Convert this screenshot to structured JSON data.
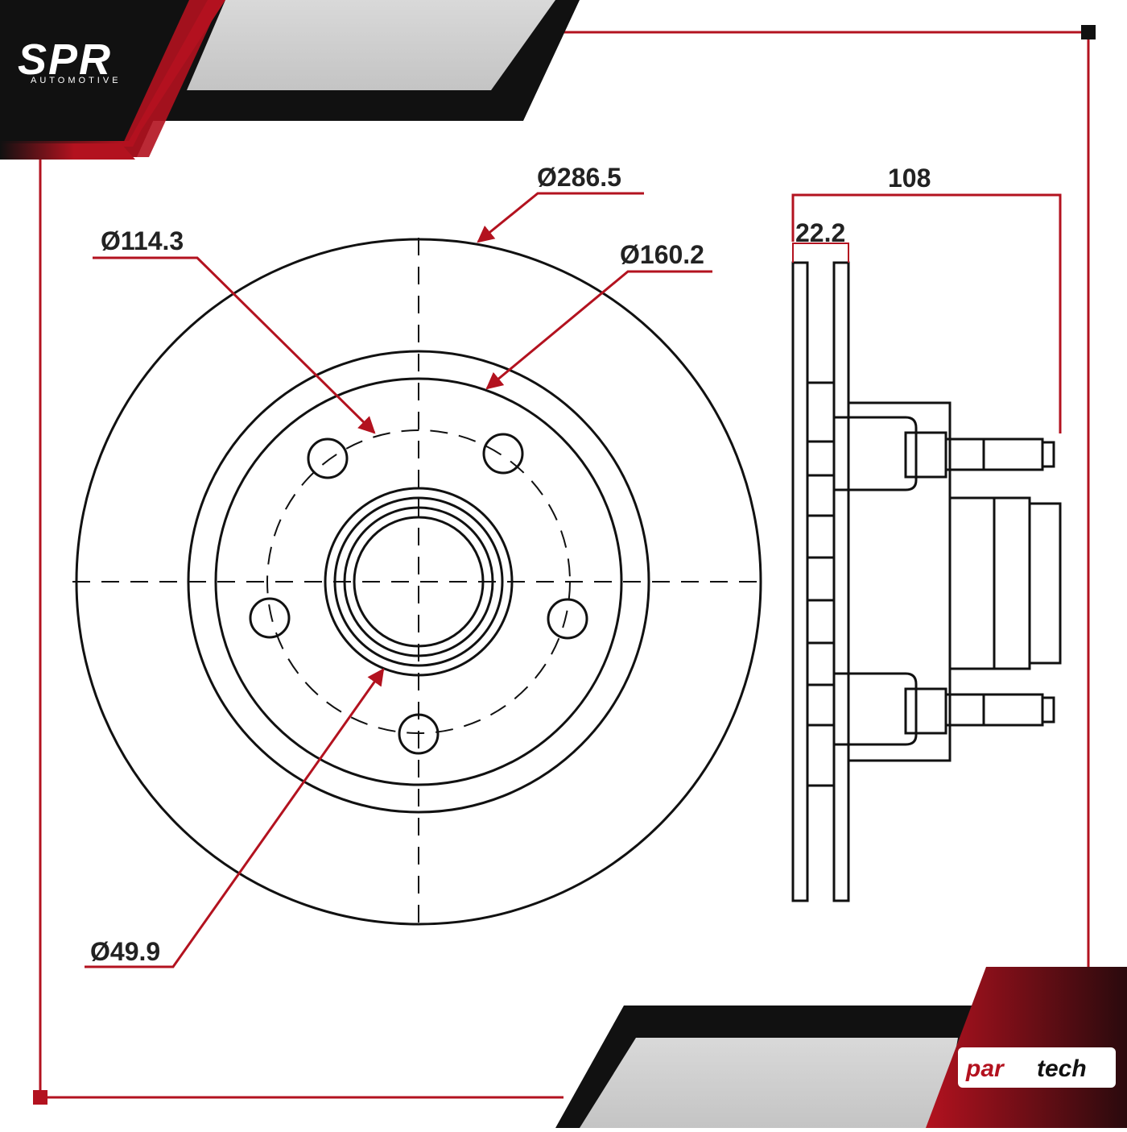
{
  "brand": {
    "logo_main": "SPR",
    "logo_sub": "AUTOMOTIVE",
    "logo_partech_a": "par",
    "logo_partech_b": "tech",
    "accent_color": "#b3121f",
    "line_color": "#111111"
  },
  "dimensions": {
    "outer_diameter": "Ø286.5",
    "bolt_circle": "Ø114.3",
    "hat_diameter": "Ø160.2",
    "center_bore": "Ø49.9",
    "overall_height": "108",
    "thickness": "22.2"
  },
  "icons": [
    "border-corner-marker-icon",
    "brake-disc-front-view-icon",
    "brake-disc-side-view-icon"
  ]
}
